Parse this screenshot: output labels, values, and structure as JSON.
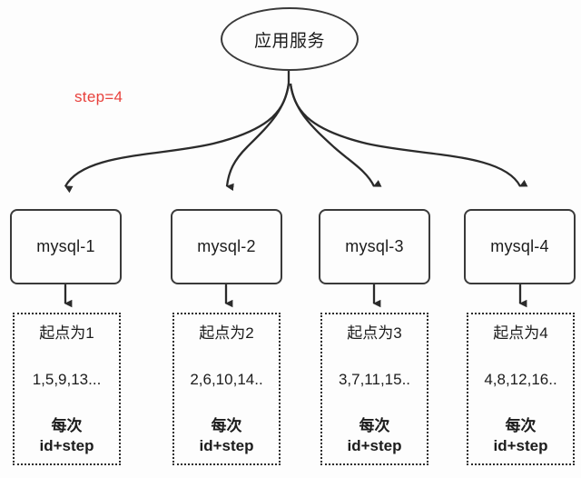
{
  "diagram": {
    "root": {
      "label": "应用服务",
      "shape": "ellipse"
    },
    "annotation": {
      "text": "step=4",
      "color": "#e8413c"
    },
    "nodes": [
      {
        "label": "mysql-1"
      },
      {
        "label": "mysql-2"
      },
      {
        "label": "mysql-3"
      },
      {
        "label": "mysql-4"
      }
    ],
    "details": [
      {
        "start": "起点为1",
        "sequence": "1,5,9,13...",
        "note_line1": "每次",
        "note_line2": "id+step"
      },
      {
        "start": "起点为2",
        "sequence": "2,6,10,14..",
        "note_line1": "每次",
        "note_line2": "id+step"
      },
      {
        "start": "起点为3",
        "sequence": "3,7,11,15..",
        "note_line1": "每次",
        "note_line2": "id+step"
      },
      {
        "start": "起点为4",
        "sequence": "4,8,12,16..",
        "note_line1": "每次",
        "note_line2": "id+step"
      }
    ],
    "colors": {
      "stroke": "#3a3a3a",
      "text": "#1c1c1c",
      "accent": "#e8413c",
      "background": "#fdfdfd"
    }
  }
}
